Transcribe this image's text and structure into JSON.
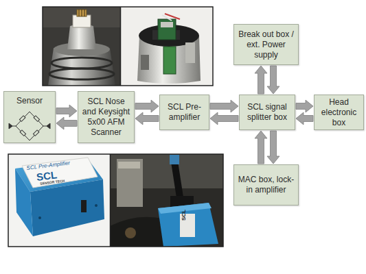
{
  "diagram": {
    "nodes": [
      {
        "text": [
          "Sensor"
        ]
      },
      {
        "text": [
          "SCL Nose and Keysight 5x00 AFM Scanner"
        ]
      },
      {
        "text": [
          "SCL Pre-amplifier"
        ]
      },
      {
        "text": [
          "SCL signal splitter box"
        ]
      },
      {
        "text": [
          "Break out box / ext. Power supply"
        ]
      },
      {
        "text": [
          "Head electronic box"
        ]
      },
      {
        "text": [
          "MAC box, lock-in amplifier"
        ]
      }
    ],
    "edges": [
      {
        "from": 0,
        "to": 1,
        "arrow": "to"
      },
      {
        "from": 1,
        "to": 0,
        "arrow": "to"
      },
      {
        "from": 1,
        "to": 2,
        "arrow": "to"
      },
      {
        "from": 2,
        "to": 1,
        "arrow": "to"
      },
      {
        "from": 2,
        "to": 3,
        "arrow": "to"
      },
      {
        "from": 3,
        "to": 2,
        "arrow": "to"
      },
      {
        "from": 3,
        "to": 5,
        "arrow": "to"
      },
      {
        "from": 5,
        "to": 3,
        "arrow": "to"
      },
      {
        "from": 3,
        "to": 4,
        "arrow": "to"
      },
      {
        "from": 4,
        "to": 3,
        "arrow": "to"
      },
      {
        "from": 6,
        "to": 3,
        "arrow": "to"
      },
      {
        "from": 3,
        "to": 6,
        "arrow": "to"
      }
    ],
    "labels": [
      "SCL Pre-Amplifier",
      "SCL",
      "SENSOR TECH",
      "SCL"
    ]
  }
}
